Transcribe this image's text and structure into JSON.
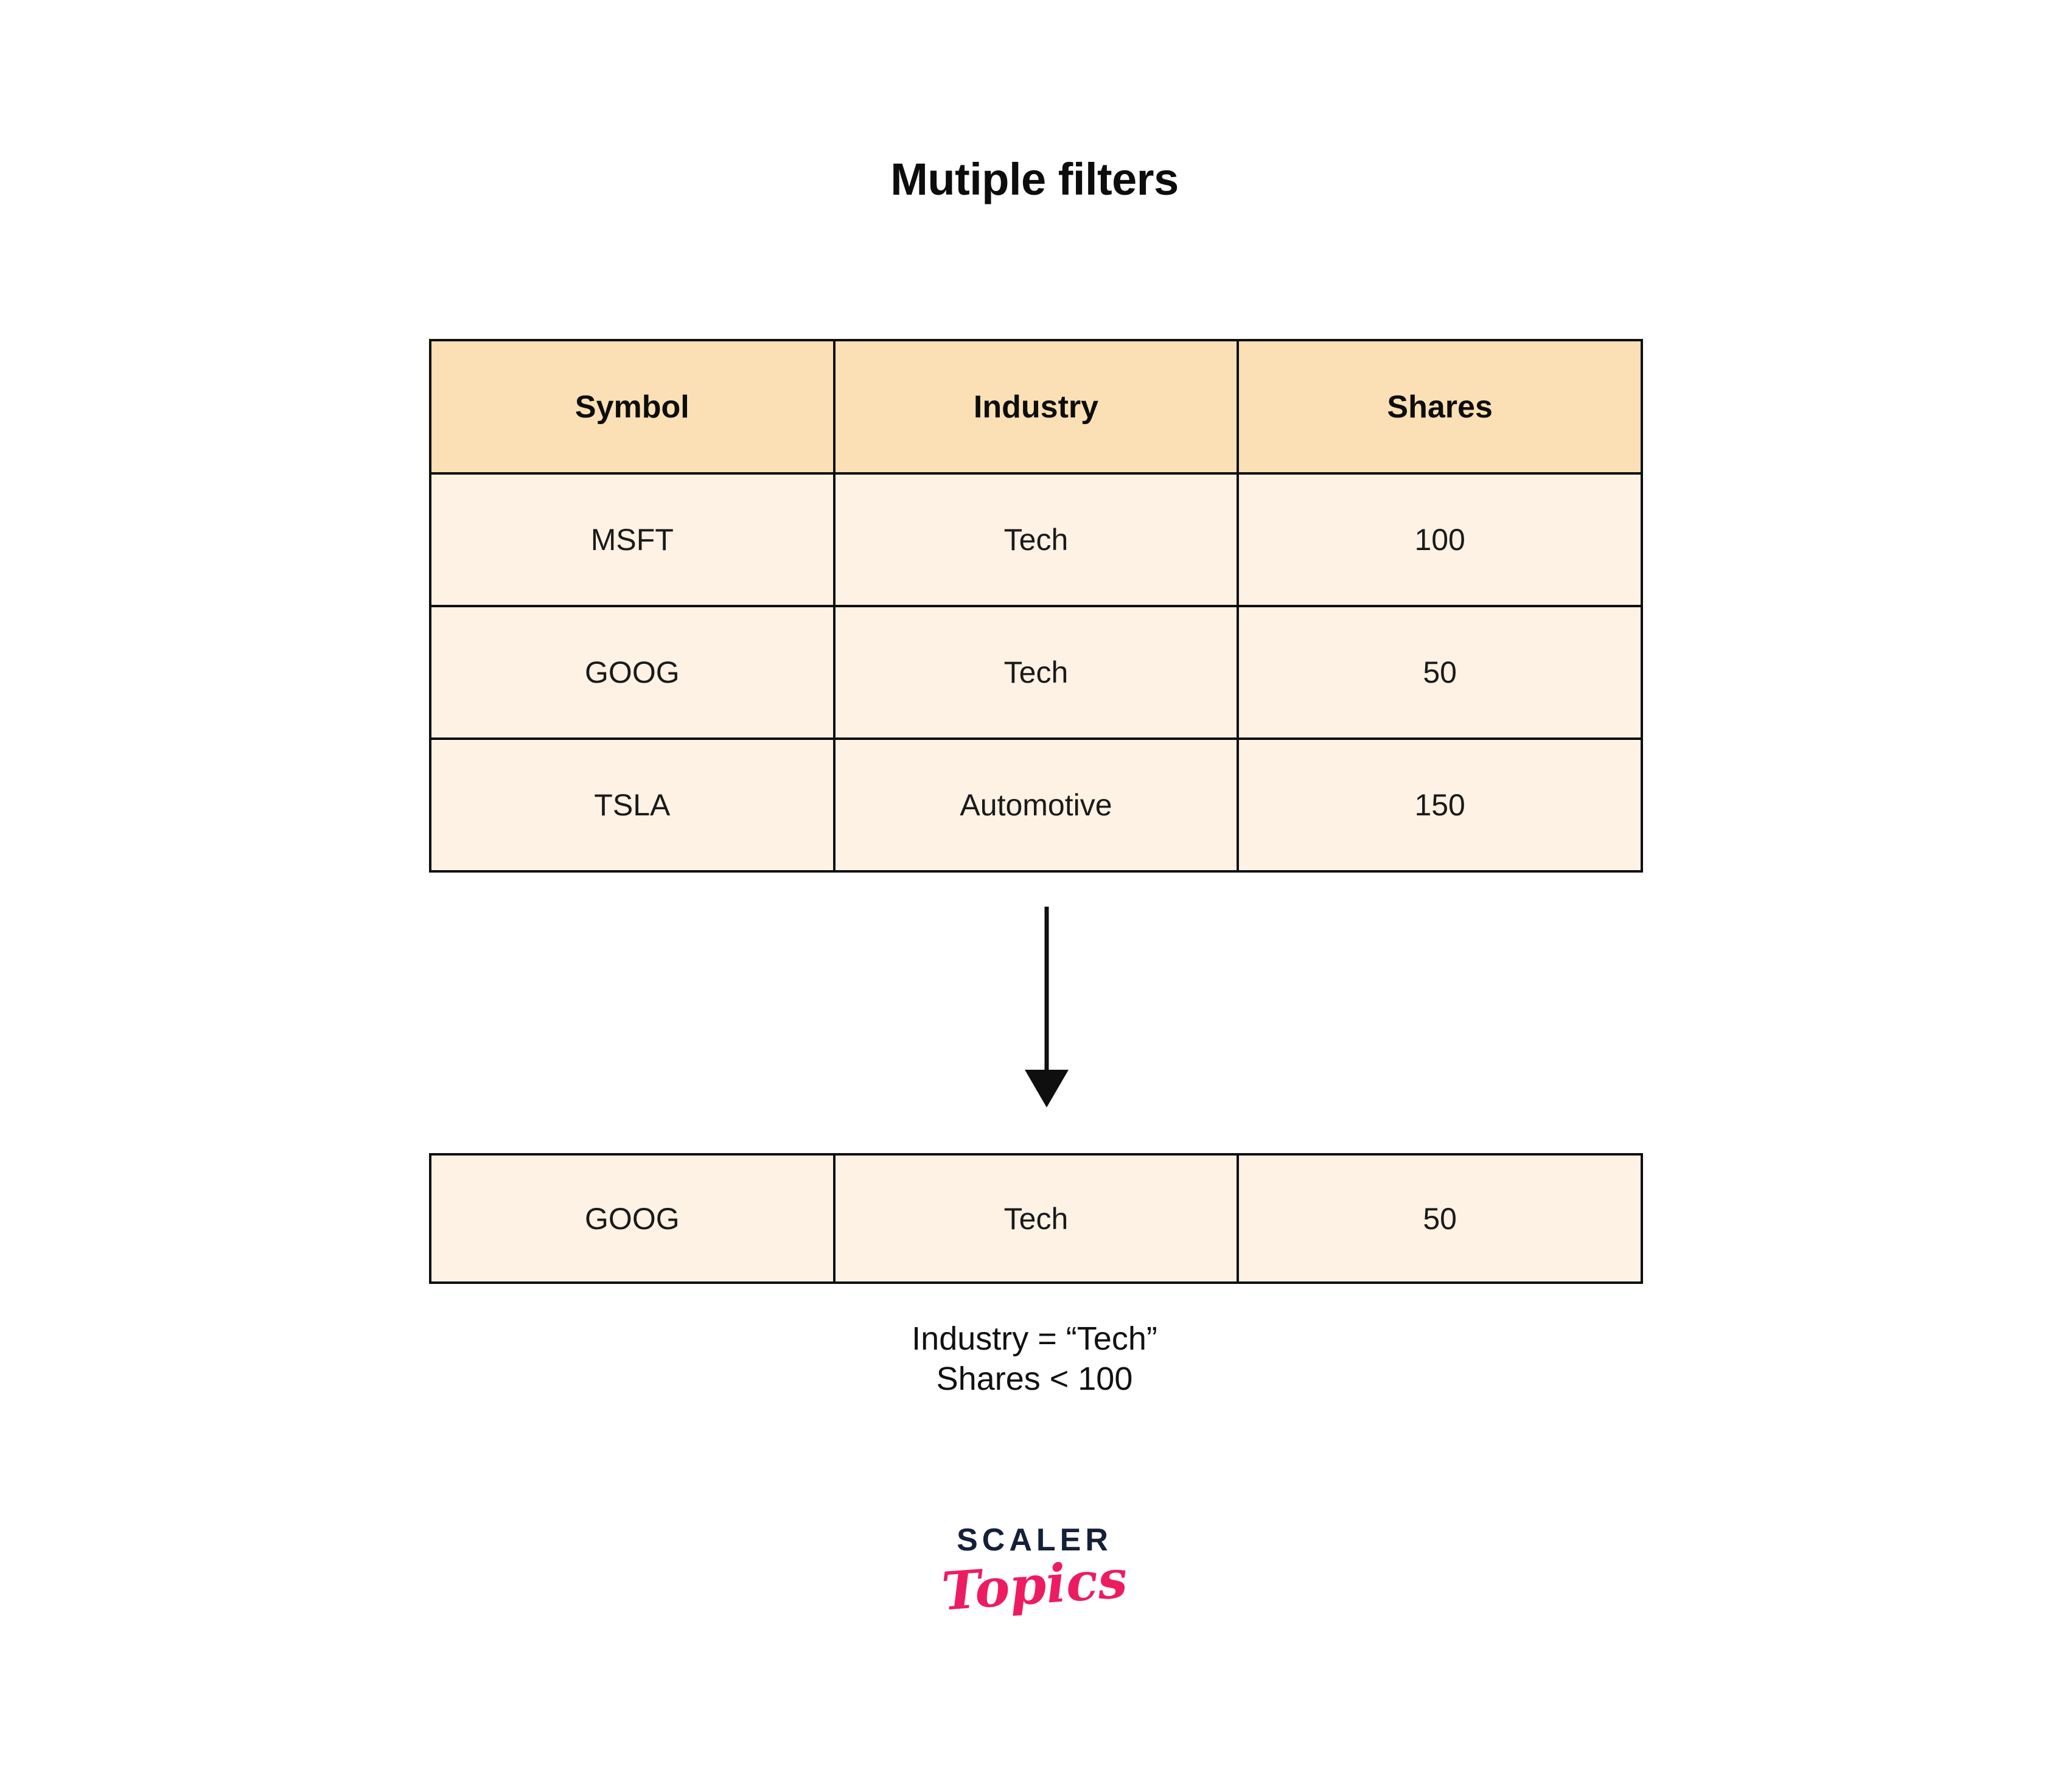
{
  "title": "Mutiple filters",
  "source_table": {
    "name": "source-data-table",
    "columns": [
      "Symbol",
      "Industry",
      "Shares"
    ],
    "rows": [
      {
        "symbol": "MSFT",
        "industry": "Tech",
        "shares": "100"
      },
      {
        "symbol": "GOOG",
        "industry": "Tech",
        "shares": "50"
      },
      {
        "symbol": "TSLA",
        "industry": "Automotive",
        "shares": "150"
      }
    ]
  },
  "arrow": {
    "icon": "arrow-down-icon",
    "direction": "down"
  },
  "result_table": {
    "name": "filtered-result-table",
    "rows": [
      {
        "symbol": "GOOG",
        "industry": "Tech",
        "shares": "50"
      }
    ]
  },
  "filter_caption": {
    "line1": "Industry = “Tech”",
    "line2": "Shares < 100"
  },
  "logo": {
    "primary": "SCALER",
    "secondary": "Topics"
  },
  "colors": {
    "header_fill": "#fae0b4",
    "cell_fill": "#fdf2e4",
    "border": "#100f0f",
    "text": "#111111",
    "logo_navy": "#14203a",
    "logo_pink": "#ed1c60",
    "background": "#ffffff"
  }
}
